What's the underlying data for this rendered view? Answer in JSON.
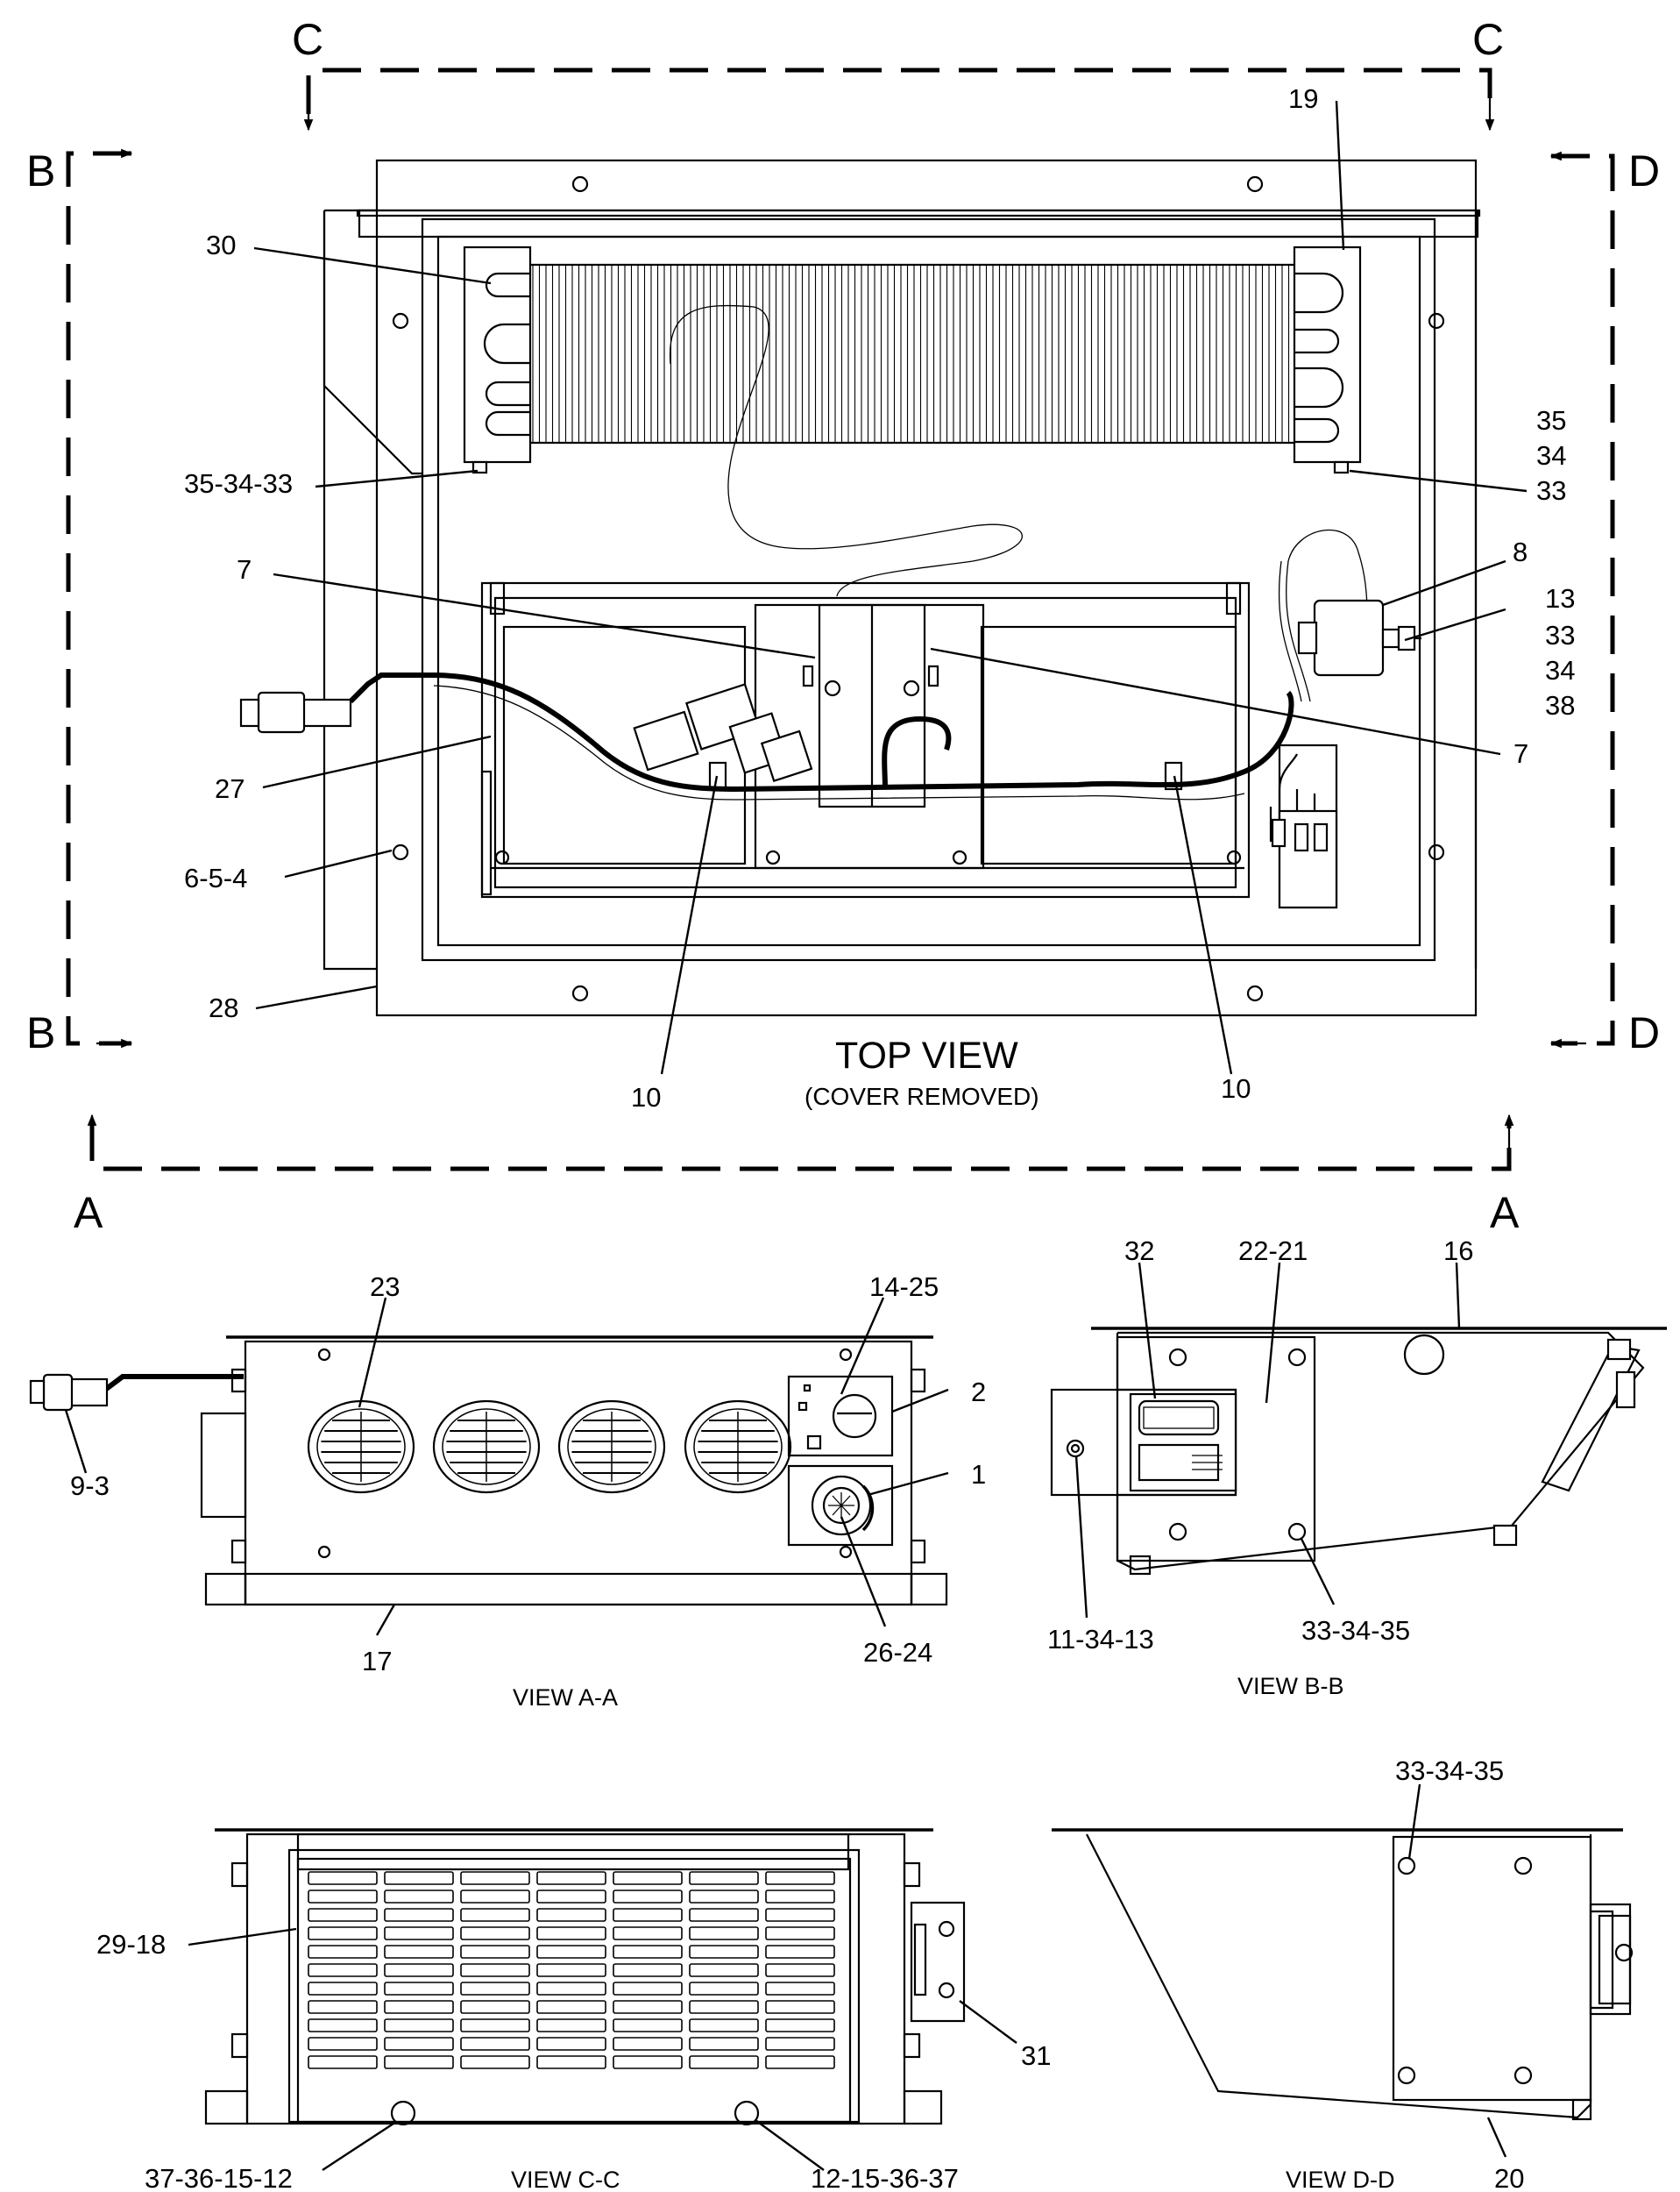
{
  "section_markers": {
    "a": "A",
    "b": "B",
    "c": "C",
    "d": "D"
  },
  "top_view": {
    "title": "TOP VIEW",
    "subtitle": "(COVER REMOVED)",
    "callouts": {
      "c19": "19",
      "c30": "30",
      "c35_34_33": "35-34-33",
      "c35": "35",
      "c34": "34",
      "c33": "33",
      "c7_left": "7",
      "c7_right": "7",
      "c8": "8",
      "c13": "13",
      "c33b": "33",
      "c34b": "34",
      "c38": "38",
      "c27": "27",
      "c6_5_4": "6-5-4",
      "c28": "28",
      "c10_left": "10",
      "c10_right": "10"
    }
  },
  "view_aa": {
    "title": "VIEW  A-A",
    "callouts": {
      "c23": "23",
      "c14_25": "14-25",
      "c2": "2",
      "c1": "1",
      "c9_3": "9-3",
      "c17": "17",
      "c26_24": "26-24"
    }
  },
  "view_bb": {
    "title": "VIEW  B-B",
    "callouts": {
      "c32": "32",
      "c22_21": "22-21",
      "c16": "16",
      "c11_34_13": "11-34-13",
      "c33_34_35": "33-34-35"
    }
  },
  "view_cc": {
    "title": "VIEW  C-C",
    "callouts": {
      "c29_18": "29-18",
      "c31": "31",
      "c37_36_15_12": "37-36-15-12",
      "c12_15_36_37": "12-15-36-37"
    }
  },
  "view_dd": {
    "title": "VIEW  D-D",
    "callouts": {
      "c33_34_35": "33-34-35",
      "c20": "20"
    }
  }
}
